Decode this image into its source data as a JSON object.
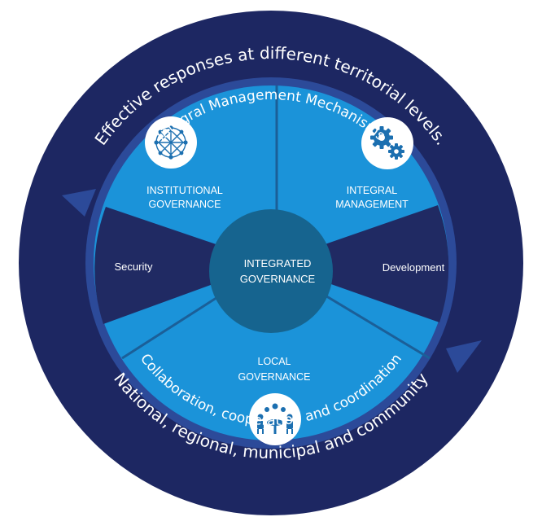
{
  "outer_ring": {
    "top_text": "Effective responses at different territorial levels.",
    "bottom_text": "National, regional, municipal and community"
  },
  "inner_ring": {
    "top_text": "Integral Management Mechanisms",
    "bottom_text": "Collaboration, cooperation and coordination"
  },
  "segments": {
    "institutional": {
      "line1": "INSTITUTIONAL",
      "line2": "GOVERNANCE",
      "icon": "network-icon"
    },
    "integral": {
      "line1": "INTEGRAL",
      "line2": "MANAGEMENT",
      "icon": "gears-icon"
    },
    "local": {
      "line1": "LOCAL",
      "line2": "GOVERNANCE",
      "icon": "community-meeting-icon"
    }
  },
  "sides": {
    "left": "Security",
    "right": "Development"
  },
  "center": {
    "line1": "INTEGRATED",
    "line2": "GOVERNANCE"
  },
  "colors": {
    "outer_ring": "#1d2762",
    "inner_ring": "#2c4a99",
    "segment_blue": "#1b93d9",
    "side_dark": "#202a63",
    "center_circle": "#16648f",
    "divider": "#1b5f98",
    "text": "#ffffff"
  }
}
